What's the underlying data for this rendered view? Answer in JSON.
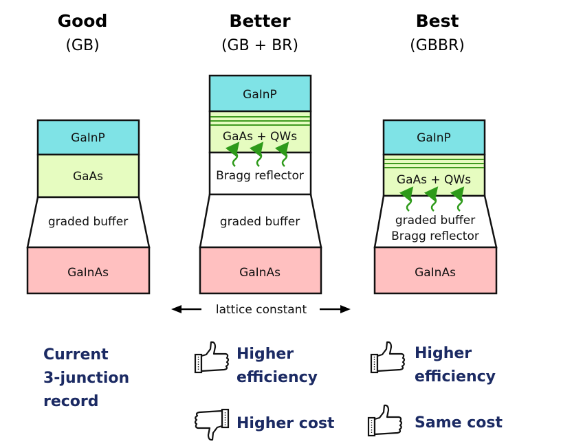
{
  "colors": {
    "gainp": "#7fe3e6",
    "gaas": "#e6fcc0",
    "buffer": "#ffffff",
    "gainas": "#ffc0c0",
    "qw_stripe": "#3f9a1f",
    "photon_arrow": "#2e9a1a",
    "outline": "#111111",
    "note_text": "#1b2a63"
  },
  "columns": [
    {
      "title": "Good",
      "subtitle": "(GB)",
      "layers": {
        "top": "GaInP",
        "middle": "GaAs",
        "buffer": "graded buffer",
        "bottom": "GaInAs"
      },
      "note": [
        "Current",
        "3-junction",
        "record"
      ]
    },
    {
      "title": "Better",
      "subtitle": "(GB + BR)",
      "layers": {
        "top": "GaInP",
        "middle": "GaAs + QWs",
        "reflector": "Bragg reflector",
        "buffer": "graded buffer",
        "bottom": "GaInAs"
      },
      "pros_cons": [
        {
          "icon": "thumbs-up-icon",
          "label_lines": [
            "Higher",
            "efficiency"
          ]
        },
        {
          "icon": "thumbs-down-icon",
          "label_lines": [
            "Higher cost"
          ]
        }
      ]
    },
    {
      "title": "Best",
      "subtitle": "(GBBR)",
      "layers": {
        "top": "GaInP",
        "middle": "GaAs + QWs",
        "buffer_line1": "graded buffer",
        "buffer_line2": "Bragg reflector",
        "bottom": "GaInAs"
      },
      "pros_cons": [
        {
          "icon": "thumbs-up-icon",
          "label_lines": [
            "Higher",
            "efficiency"
          ]
        },
        {
          "icon": "thumbs-up-icon",
          "label_lines": [
            "Same cost"
          ]
        }
      ]
    }
  ],
  "axis_label": "lattice constant"
}
